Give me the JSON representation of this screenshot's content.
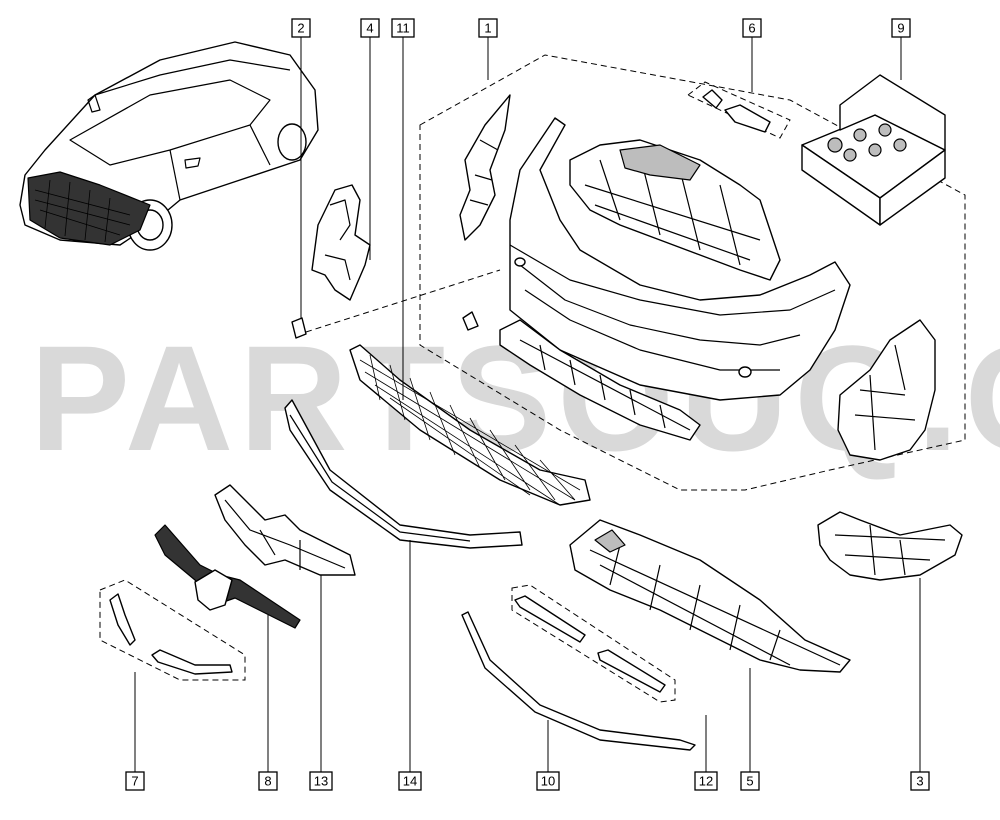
{
  "watermark": "PARTSOUQ.COM",
  "callouts": [
    {
      "id": "2",
      "label": "2"
    },
    {
      "id": "4",
      "label": "4"
    },
    {
      "id": "11",
      "label": "11"
    },
    {
      "id": "1",
      "label": "1"
    },
    {
      "id": "6",
      "label": "6"
    },
    {
      "id": "9",
      "label": "9"
    },
    {
      "id": "7",
      "label": "7"
    },
    {
      "id": "8",
      "label": "8"
    },
    {
      "id": "13",
      "label": "13"
    },
    {
      "id": "14",
      "label": "14"
    },
    {
      "id": "10",
      "label": "10"
    },
    {
      "id": "12",
      "label": "12"
    },
    {
      "id": "5",
      "label": "5"
    },
    {
      "id": "3",
      "label": "3"
    }
  ],
  "colors": {
    "ink": "#000000",
    "watermark": "#d9d9d9",
    "background": "#ffffff"
  }
}
